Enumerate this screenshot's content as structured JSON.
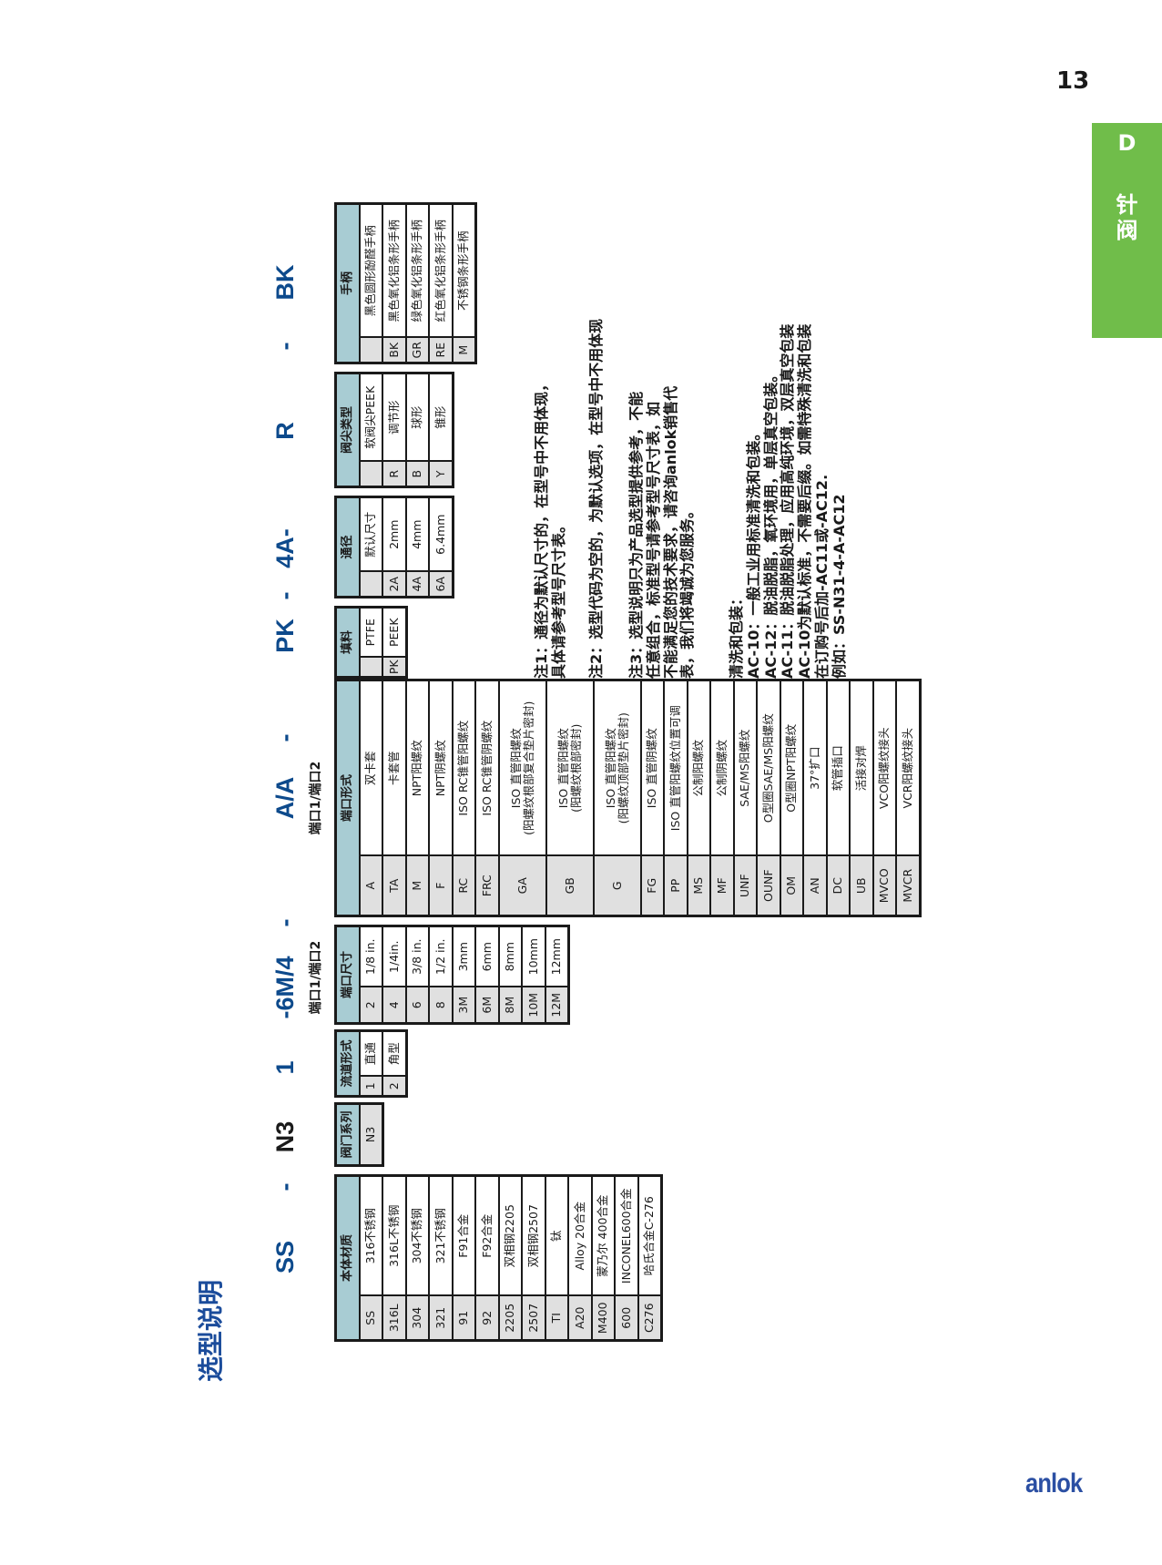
{
  "page_number": "13",
  "side_tab": {
    "letter": "D",
    "category": "针阀",
    "color": "#70bd4a"
  },
  "logo": "anlok",
  "title": "选型说明",
  "code_parts": [
    "SS",
    "-",
    "N3",
    "1",
    "-6M/4",
    "-",
    "A/A",
    "-",
    "PK",
    "-",
    "4A-",
    "R",
    "-",
    "BK"
  ],
  "subtitles": {
    "port_size": "端口1/端口2",
    "port_type": "端口1/端口2"
  },
  "tables": {
    "material": {
      "header": "本体材质",
      "rows": [
        [
          "SS",
          "316不锈钢"
        ],
        [
          "316L",
          "316L不锈钢"
        ],
        [
          "304",
          "304不锈钢"
        ],
        [
          "321",
          "321不锈钢"
        ],
        [
          "91",
          "F91合金"
        ],
        [
          "92",
          "F92合金"
        ],
        [
          "2205",
          "双相钢2205"
        ],
        [
          "2507",
          "双相钢2507"
        ],
        [
          "TI",
          "钛"
        ],
        [
          "A20",
          "Alloy 20合金"
        ],
        [
          "M400",
          "蒙乃尔 400合金"
        ],
        [
          "600",
          "INCONEL600合金"
        ],
        [
          "C276",
          "哈氏合金C-276"
        ]
      ]
    },
    "series": {
      "header": "阀门系列",
      "rows": [
        [
          "N3"
        ]
      ]
    },
    "flow": {
      "header": "流道形式",
      "rows": [
        [
          "1",
          "直通"
        ],
        [
          "2",
          "角型"
        ]
      ]
    },
    "port_size": {
      "header": "端口尺寸",
      "rows": [
        [
          "2",
          "1/8 in."
        ],
        [
          "4",
          "1/4in."
        ],
        [
          "6",
          "3/8 in."
        ],
        [
          "8",
          "1/2 in."
        ],
        [
          "3M",
          "3mm"
        ],
        [
          "6M",
          "6mm"
        ],
        [
          "8M",
          "8mm"
        ],
        [
          "10M",
          "10mm"
        ],
        [
          "12M",
          "12mm"
        ]
      ]
    },
    "port_type": {
      "header": "端口形式",
      "rows": [
        [
          "A",
          "双卡套"
        ],
        [
          "TA",
          "卡套管"
        ],
        [
          "M",
          "NPT阳螺纹"
        ],
        [
          "F",
          "NPT阴螺纹"
        ],
        [
          "RC",
          "ISO RC锥管阳螺纹"
        ],
        [
          "FRC",
          "ISO RC锥管阴螺纹"
        ],
        [
          "GA",
          "ISO 直管阳螺纹\n(阳螺纹根部复合垫片密封)"
        ],
        [
          "GB",
          "ISO 直管阳螺纹\n(阳螺纹根部密封)"
        ],
        [
          "G",
          "ISO 直管阳螺纹\n(阳螺纹顶部垫片密封)"
        ],
        [
          "FG",
          "ISO 直管阴螺纹"
        ],
        [
          "PP",
          "ISO 直管阳螺纹位置可调"
        ],
        [
          "MS",
          "公制阳螺纹"
        ],
        [
          "MF",
          "公制阴螺纹"
        ],
        [
          "UNF",
          "SAE/MS阳螺纹"
        ],
        [
          "OUNF",
          "O型圈SAE/MS阳螺纹"
        ],
        [
          "OM",
          "O型圈NPT阳螺纹"
        ],
        [
          "AN",
          "37°扩口"
        ],
        [
          "DC",
          "软管插口"
        ],
        [
          "UB",
          "活接对焊"
        ],
        [
          "MVCO",
          "VCO阳螺纹接头"
        ],
        [
          "MVCR",
          "VCR阳螺纹接头"
        ]
      ]
    },
    "packing": {
      "header": "填料",
      "rows": [
        [
          "",
          "PTFE"
        ],
        [
          "PK",
          "PEEK"
        ]
      ]
    },
    "bore": {
      "header": "通径",
      "rows": [
        [
          "",
          "默认尺寸"
        ],
        [
          "2A",
          "2mm"
        ],
        [
          "4A",
          "4mm"
        ],
        [
          "6A",
          "6.4mm"
        ]
      ]
    },
    "tip": {
      "header": "阀尖类型",
      "rows": [
        [
          "",
          "软阀尖PEEK"
        ],
        [
          "R",
          "调节形"
        ],
        [
          "B",
          "球形"
        ],
        [
          "Y",
          "锥形"
        ]
      ]
    },
    "handle": {
      "header": "手柄",
      "rows": [
        [
          "",
          "黑色圆形酚醛手柄"
        ],
        [
          "BK",
          "黑色氧化铝条形手柄"
        ],
        [
          "GR",
          "绿色氧化铝条形手柄"
        ],
        [
          "RE",
          "红色氧化铝条形手柄"
        ],
        [
          "M",
          "不锈钢条形手柄"
        ]
      ]
    }
  },
  "notes": {
    "note1": [
      "注1：通径为默认尺寸的，在型号中不用体现，",
      "具体请参考型号尺寸表。"
    ],
    "note2": [
      "注2：选型代码为空的，为默认选项，在型号中不用体现"
    ],
    "note3": [
      "注3：选型说明只为产品选型提供参考，不能",
      "任意组合，标准型号请参考型号尺寸表，如",
      "不能满足您的技术要求，请咨询anlok销售代",
      "表，我们将竭诚为您服务。"
    ],
    "cleaning": [
      "清洗和包装：",
      "AC-10：一般工业用标准清洗和包装。",
      "AC-12：脱油脱脂，氧环境用，单层真空包装。",
      "AC-11：脱油脱脂处理，应用高纯环境，双层真空包装",
      "AC-10为默认标准，不需要后缀。如需特殊清洗和包装",
      "在订购号后加-AC11或-AC12.",
      "例如：SS-N31-4-A-AC12"
    ]
  }
}
